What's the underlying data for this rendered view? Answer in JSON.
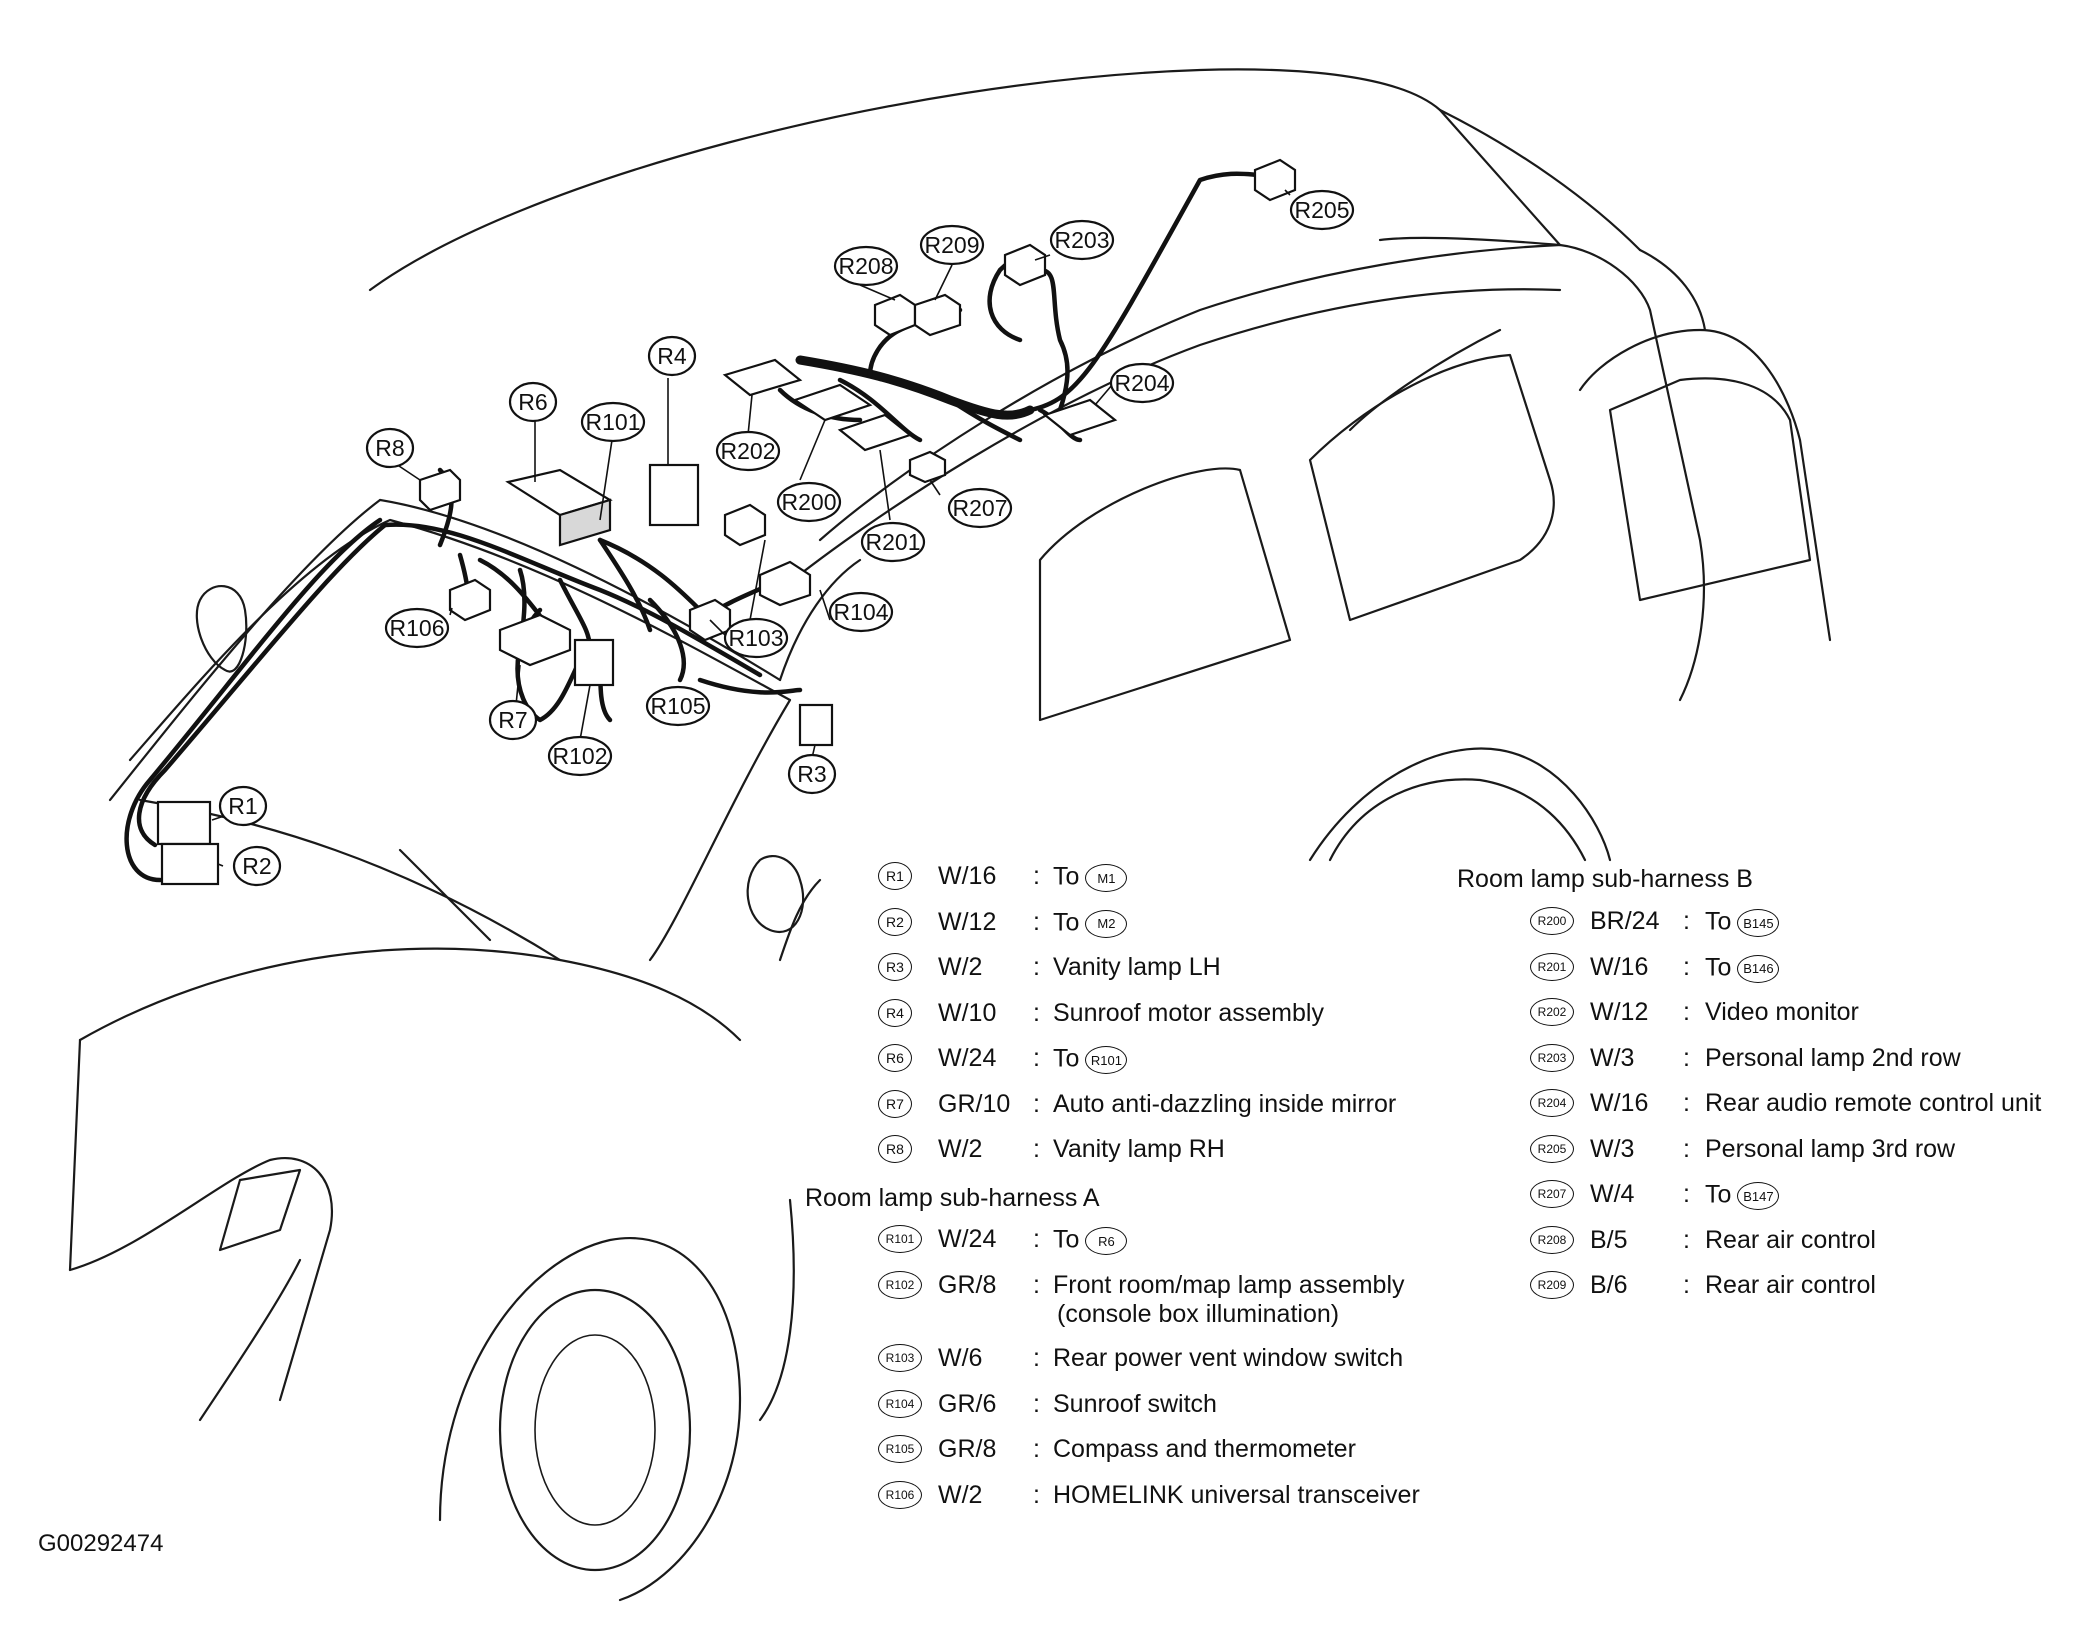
{
  "figure_id": "G00292474",
  "callouts": [
    "R1",
    "R2",
    "R3",
    "R4",
    "R6",
    "R7",
    "R8",
    "R101",
    "R102",
    "R103",
    "R104",
    "R105",
    "R106",
    "R200",
    "R201",
    "R202",
    "R203",
    "R204",
    "R205",
    "R207",
    "R208",
    "R209"
  ],
  "main_harness": [
    {
      "id": "R1",
      "wire": "W/16",
      "desc": "To",
      "ref": "M1"
    },
    {
      "id": "R2",
      "wire": "W/12",
      "desc": "To",
      "ref": "M2"
    },
    {
      "id": "R3",
      "wire": "W/2",
      "desc": "Vanity lamp LH",
      "ref": ""
    },
    {
      "id": "R4",
      "wire": "W/10",
      "desc": "Sunroof motor assembly",
      "ref": ""
    },
    {
      "id": "R6",
      "wire": "W/24",
      "desc": "To",
      "ref": "R101"
    },
    {
      "id": "R7",
      "wire": "GR/10",
      "desc": "Auto anti-dazzling inside mirror",
      "ref": ""
    },
    {
      "id": "R8",
      "wire": "W/2",
      "desc": "Vanity lamp RH",
      "ref": ""
    }
  ],
  "sub_a": {
    "heading": "Room lamp sub-harness A",
    "rows": [
      {
        "id": "R101",
        "wire": "W/24",
        "desc": "To",
        "ref": "R6",
        "desc2": ""
      },
      {
        "id": "R102",
        "wire": "GR/8",
        "desc": "Front room/map lamp assembly",
        "ref": "",
        "desc2": "(console box illumination)"
      },
      {
        "id": "R103",
        "wire": "W/6",
        "desc": "Rear power vent window switch",
        "ref": "",
        "desc2": ""
      },
      {
        "id": "R104",
        "wire": "GR/6",
        "desc": "Sunroof switch",
        "ref": "",
        "desc2": ""
      },
      {
        "id": "R105",
        "wire": "GR/8",
        "desc": "Compass and thermometer",
        "ref": "",
        "desc2": ""
      },
      {
        "id": "R106",
        "wire": "W/2",
        "desc": "HOMELINK universal transceiver",
        "ref": "",
        "desc2": ""
      }
    ]
  },
  "sub_b": {
    "heading": "Room lamp sub-harness B",
    "rows": [
      {
        "id": "R200",
        "wire": "BR/24",
        "desc": "To",
        "ref": "B145"
      },
      {
        "id": "R201",
        "wire": "W/16",
        "desc": "To",
        "ref": "B146"
      },
      {
        "id": "R202",
        "wire": "W/12",
        "desc": "Video monitor",
        "ref": ""
      },
      {
        "id": "R203",
        "wire": "W/3",
        "desc": "Personal lamp 2nd row",
        "ref": ""
      },
      {
        "id": "R204",
        "wire": "W/16",
        "desc": "Rear audio remote control unit",
        "ref": ""
      },
      {
        "id": "R205",
        "wire": "W/3",
        "desc": "Personal lamp 3rd row",
        "ref": ""
      },
      {
        "id": "R207",
        "wire": "W/4",
        "desc": "To",
        "ref": "B147"
      },
      {
        "id": "R208",
        "wire": "B/5",
        "desc": "Rear air control",
        "ref": ""
      },
      {
        "id": "R209",
        "wire": "B/6",
        "desc": "Rear air control",
        "ref": ""
      }
    ]
  },
  "colon": ":"
}
